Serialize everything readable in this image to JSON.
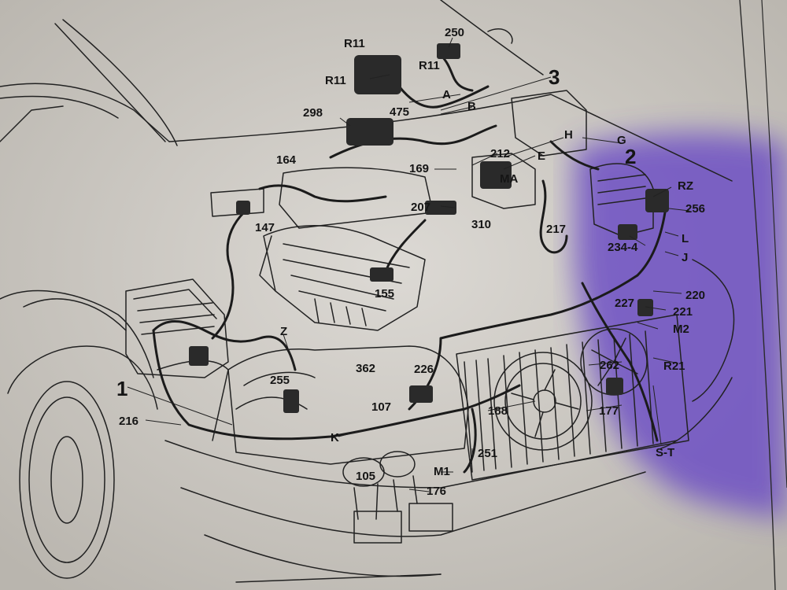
{
  "callouts": {
    "r11_top": "R11",
    "n250": "250",
    "r11_right": "R11",
    "r11_left": "R11",
    "n3": "3",
    "a": "A",
    "b": "B",
    "n298": "298",
    "n475": "475",
    "h": "H",
    "g": "G",
    "n2": "2",
    "n212": "212",
    "e": "E",
    "n164": "164",
    "n169": "169",
    "ma": "MA",
    "rz": "RZ",
    "n256": "256",
    "n207": "207",
    "n310": "310",
    "n147": "147",
    "n217": "217",
    "n234_4": "234-4",
    "l": "L",
    "j": "J",
    "n155": "155",
    "n227": "227",
    "n220": "220",
    "n221": "221",
    "m2": "M2",
    "z": "Z",
    "n362": "362",
    "n226": "226",
    "n262": "262",
    "r21": "R21",
    "n255": "255",
    "n1": "1",
    "n107": "107",
    "n188": "188",
    "n177": "177",
    "n216": "216",
    "k": "K",
    "s_t": "S-T",
    "n251": "251",
    "n105": "105",
    "m1": "M1",
    "n176": "176"
  },
  "colors": {
    "paper": "#d6d3cd",
    "ink": "#202020",
    "shadow": "#6b4fc8"
  }
}
